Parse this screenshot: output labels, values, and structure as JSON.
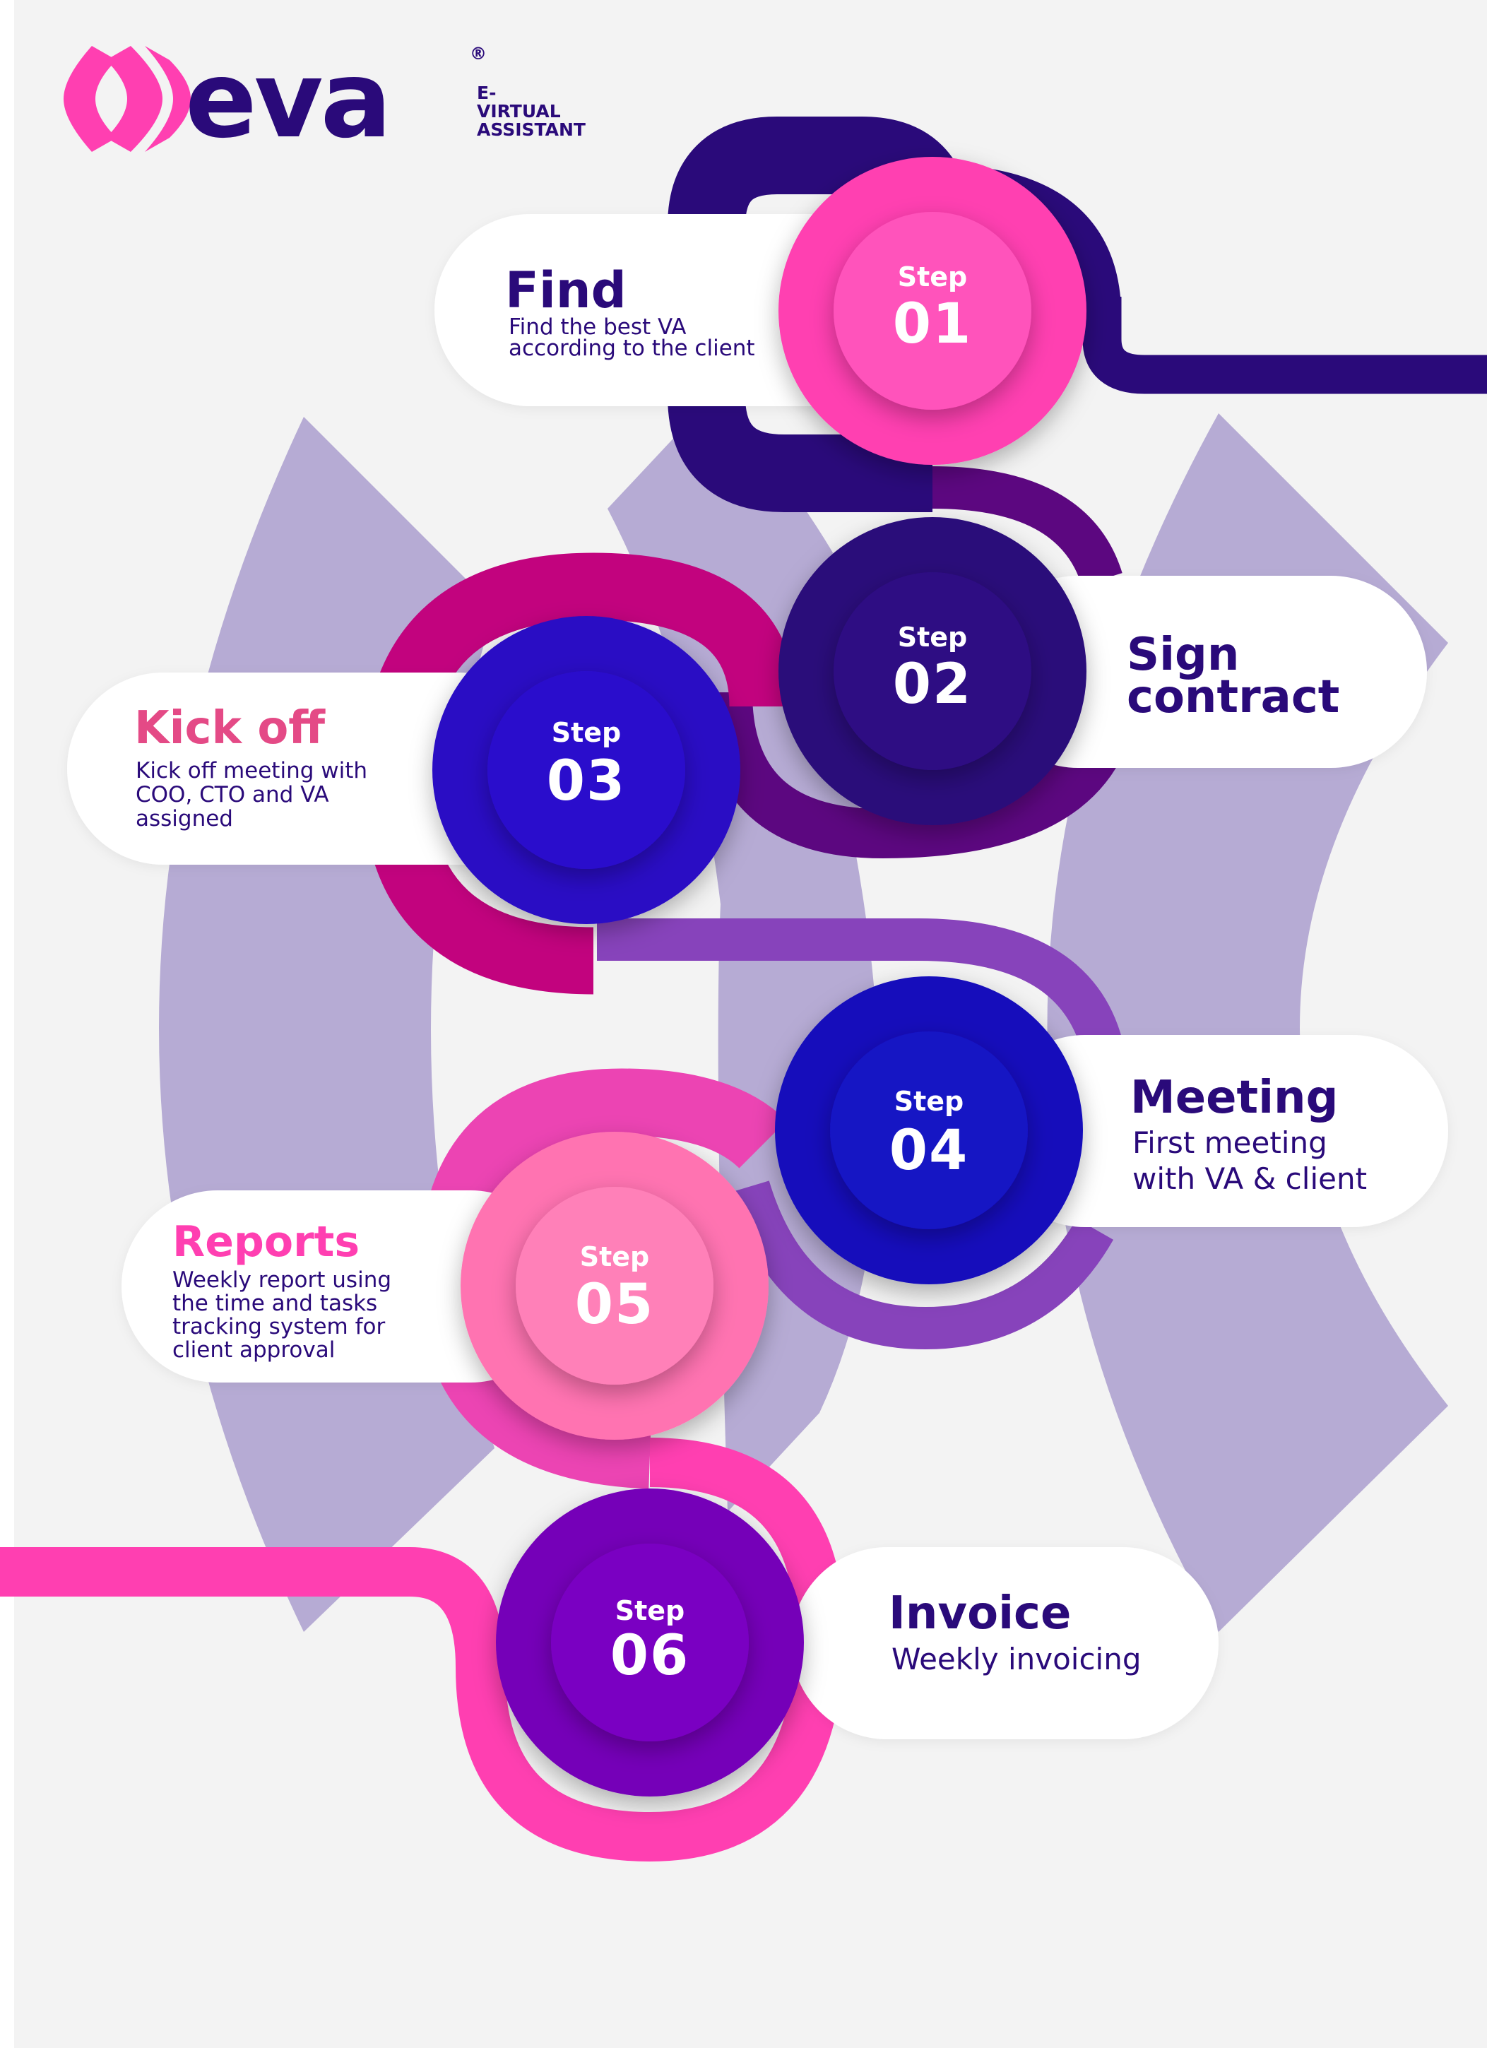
{
  "brand": {
    "name": "eva",
    "registered": "®",
    "tagline_line1": "E-",
    "tagline_line2": "VIRTUAL",
    "tagline_line3": "ASSISTANT"
  },
  "colors": {
    "background": "#f3f3f3",
    "background_shape": "#b6abd4",
    "brand_pink": "#ff3fb1",
    "brand_navy": "#2a0a7a"
  },
  "steps": [
    {
      "label": "Step",
      "number": "01",
      "title": "Find",
      "desc": [
        "Find the best VA",
        "according to the client"
      ],
      "title_color": "#2a0a7a",
      "desc_color": "#2a0a7a"
    },
    {
      "label": "Step",
      "number": "02",
      "title_lines": [
        "Sign",
        "contract"
      ],
      "desc": [],
      "title_color": "#2a0a7a",
      "desc_color": "#2a0a7a"
    },
    {
      "label": "Step",
      "number": "03",
      "title": "Kick off",
      "desc": [
        "Kick off meeting with",
        "COO, CTO and VA",
        "assigned"
      ],
      "title_color": "#e44a86",
      "desc_color": "#2a0a7a"
    },
    {
      "label": "Step",
      "number": "04",
      "title": "Meeting",
      "desc": [
        "First meeting",
        "with VA & client"
      ],
      "title_color": "#2a0a7a",
      "desc_color": "#2a0a7a"
    },
    {
      "label": "Step",
      "number": "05",
      "title": "Reports",
      "desc": [
        "Weekly report using",
        "the time and tasks",
        "tracking system for",
        "client approval"
      ],
      "title_color": "#ff3fb1",
      "desc_color": "#2a0a7a"
    },
    {
      "label": "Step",
      "number": "06",
      "title": "Invoice",
      "desc": [
        "Weekly invoicing"
      ],
      "title_color": "#2a0a7a",
      "desc_color": "#2a0a7a"
    }
  ]
}
